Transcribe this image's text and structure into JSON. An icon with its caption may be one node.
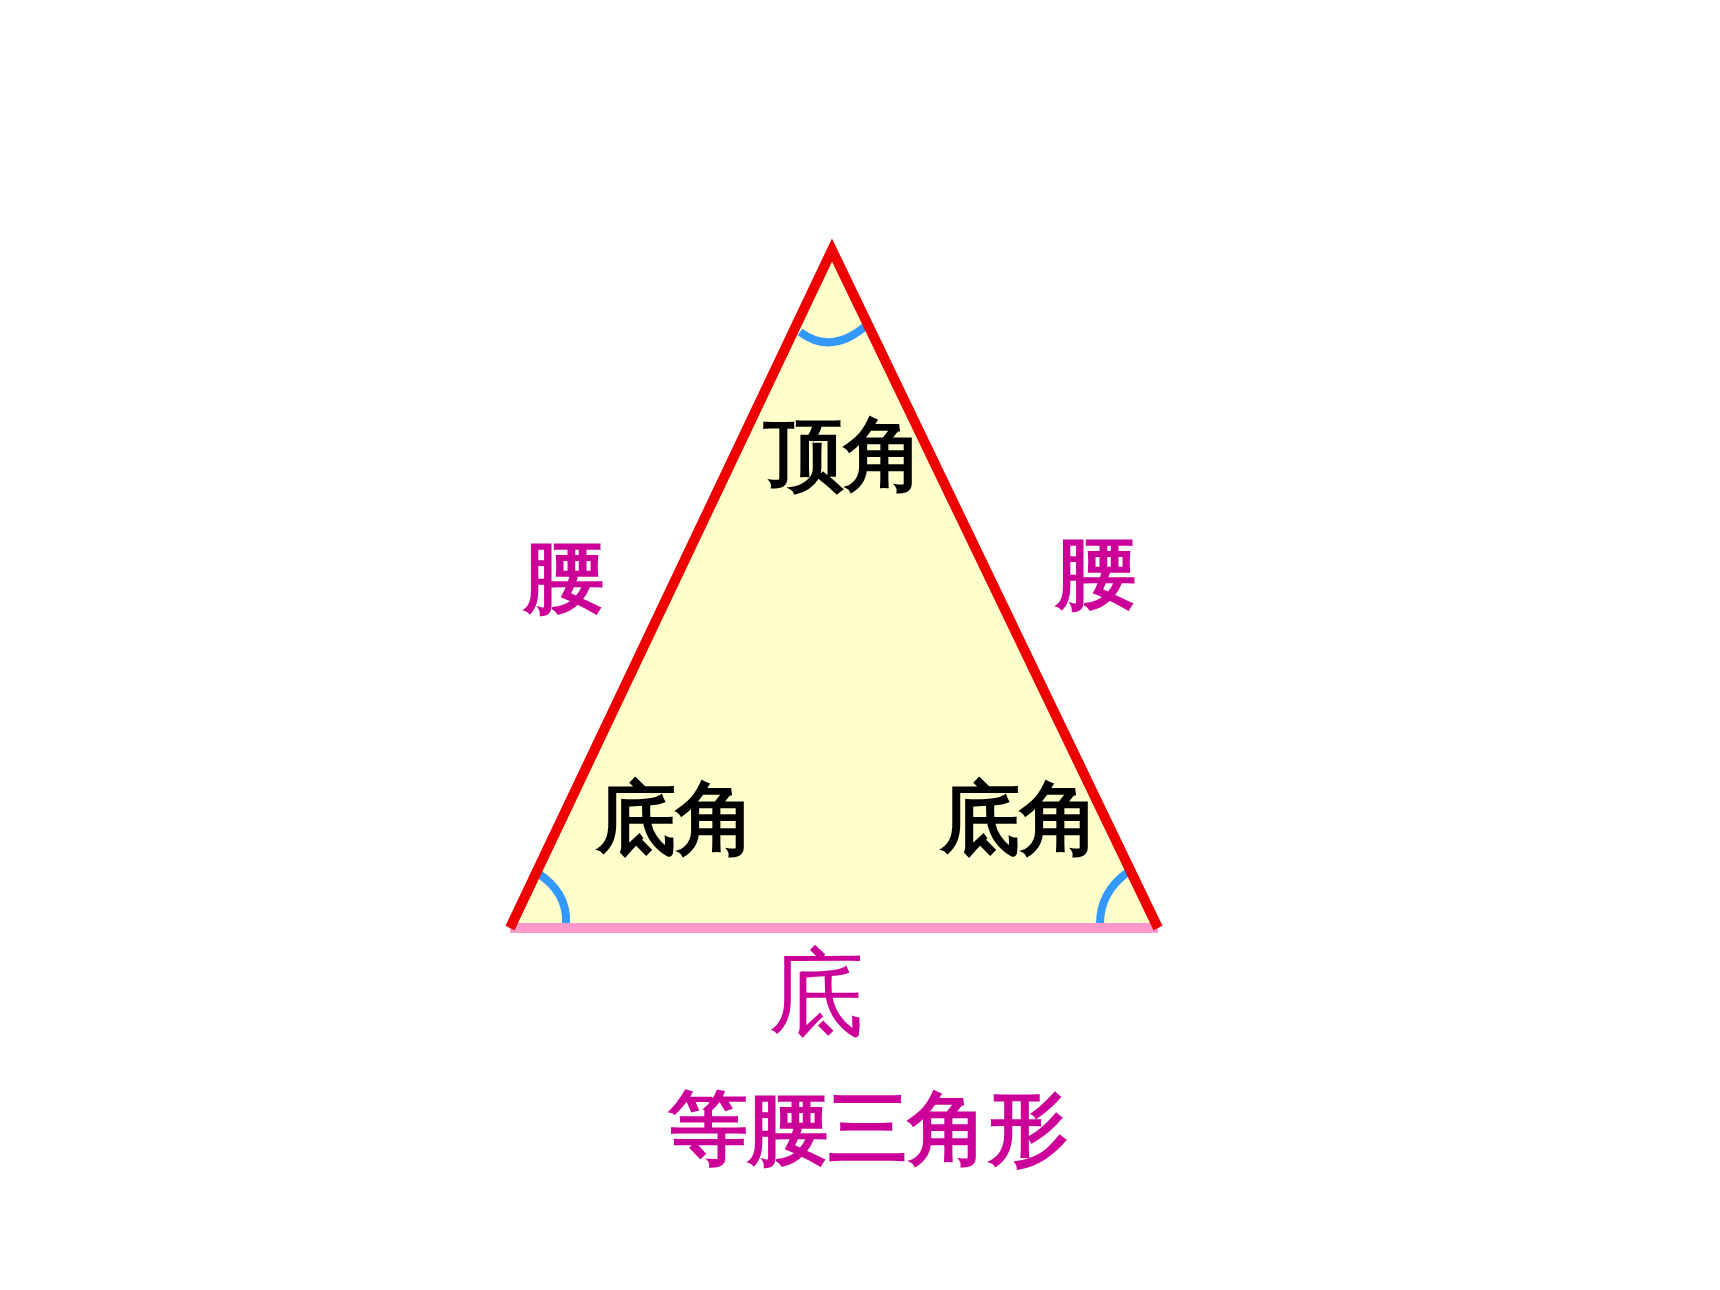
{
  "diagram": {
    "caption": "等腰三角形",
    "labels": [
      "顶角",
      "腰",
      "腰",
      "底角",
      "底角",
      "底"
    ]
  }
}
